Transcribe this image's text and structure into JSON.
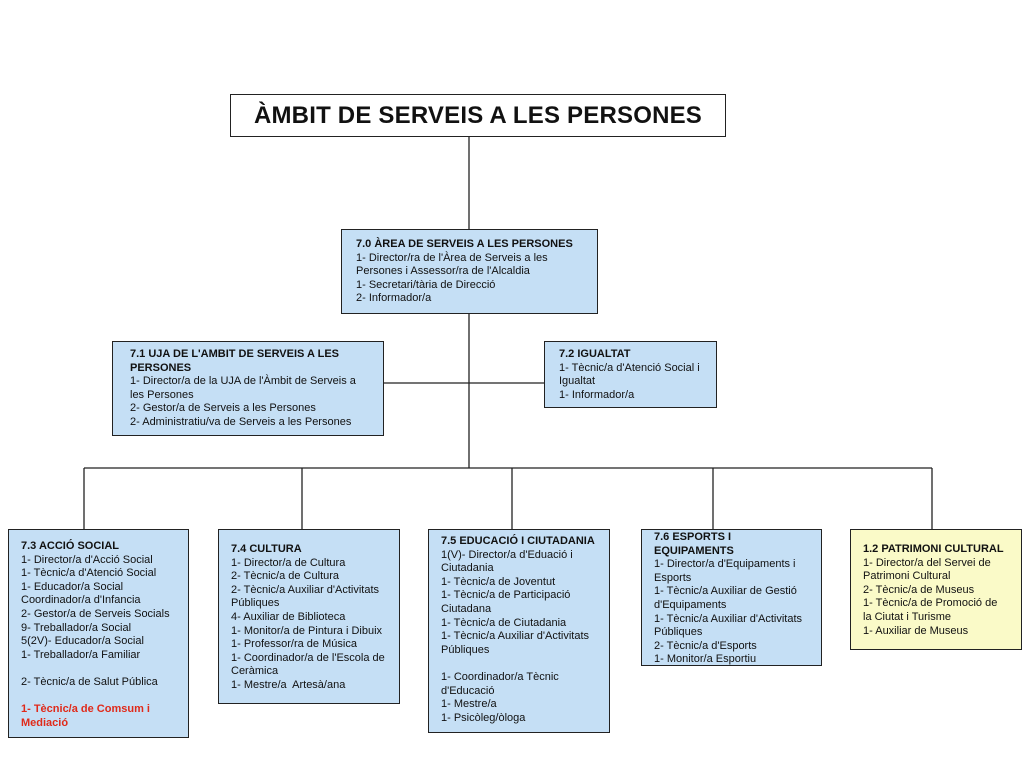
{
  "title": "ÀMBIT DE SERVEIS A LES PERSONES",
  "nodes": {
    "n70": {
      "heading": "7.0 ÀREA DE SERVEIS A LES PERSONES",
      "lines": [
        "1- Director/ra de l'Àrea de Serveis a les",
        "Persones i Assessor/ra de l'Alcaldia",
        "1- Secretari/tària de Direcció",
        "2- Informador/a"
      ]
    },
    "n71": {
      "heading": "7.1 UJA DE L'AMBIT DE SERVEIS A LES\nPERSONES",
      "lines": [
        "1- Director/a de la UJA de l'Àmbit de Serveis a",
        "les Persones",
        "2- Gestor/a de Serveis a les Persones",
        "2- Administratiu/va de Serveis a les Persones"
      ]
    },
    "n72": {
      "heading": "7.2 IGUALTAT",
      "lines": [
        "1- Tècnic/a d'Atenció Social i",
        "Igualtat",
        "1- Informador/a"
      ]
    },
    "n73": {
      "heading": "7.3 ACCIÓ SOCIAL",
      "lines": [
        "1- Director/a d'Acció Social",
        "1- Tècnic/a d'Atenció Social",
        "1- Educador/a Social",
        "Coordinador/a d'Infancia",
        "2- Gestor/a de Serveis Socials",
        "9- Treballador/a Social",
        "5(2V)- Educador/a Social",
        "1- Treballador/a Familiar",
        "",
        "2- Tècnic/a de Salut Pública",
        ""
      ],
      "highlight_lines": [
        "1- Tècnic/a de Comsum i",
        "Mediació"
      ]
    },
    "n74": {
      "heading": "7.4 CULTURA",
      "lines": [
        "1- Director/a de Cultura",
        "2- Tècnic/a de Cultura",
        "2- Tècnic/a Auxiliar d'Activitats",
        "Públiques",
        "4- Auxiliar de Biblioteca",
        "1- Monitor/a de Pintura i Dibuix",
        "1- Professor/ra de Música",
        "1- Coordinador/a de l'Escola de",
        "Ceràmica",
        "1- Mestre/a  Artesà/ana"
      ]
    },
    "n75": {
      "heading": "7.5 EDUCACIÓ I CIUTADANIA",
      "lines": [
        "1(V)- Director/a d'Eduació i",
        "Ciutadania",
        "1- Tècnic/a de Joventut",
        "1- Tècnic/a de Participació",
        "Ciutadana",
        "1- Tècnic/a de Ciutadania",
        "1- Tècnic/a Auxiliar d'Activitats",
        "Públiques",
        "",
        "1- Coordinador/a Tècnic",
        "d'Educació",
        "1- Mestre/a",
        "1- Psicòleg/òloga"
      ]
    },
    "n76": {
      "heading": "7.6 ESPORTS I\nEQUIPAMENTS",
      "lines": [
        "1- Director/a d'Equipaments i",
        "Esports",
        "1- Tècnic/a Auxiliar de Gestió",
        "d'Equipaments",
        "1- Tècnic/a Auxiliar d'Activitats",
        "Públiques",
        "2- Tècnic/a d'Esports",
        "1- Monitor/a Esportiu"
      ]
    },
    "n12": {
      "heading": "1.2 PATRIMONI CULTURAL",
      "lines": [
        "1- Director/a del Servei de",
        "Patrimoni Cultural",
        "2- Tècnic/a de Museus",
        "1- Tècnic/a de Promoció de",
        "la Ciutat i Turisme",
        "1- Auxiliar de Museus"
      ]
    }
  },
  "colors": {
    "box_fill": "#c5dff5",
    "patrimoni_fill": "#fafac8",
    "highlight_text": "#e02a1a",
    "lines": "#222222"
  }
}
